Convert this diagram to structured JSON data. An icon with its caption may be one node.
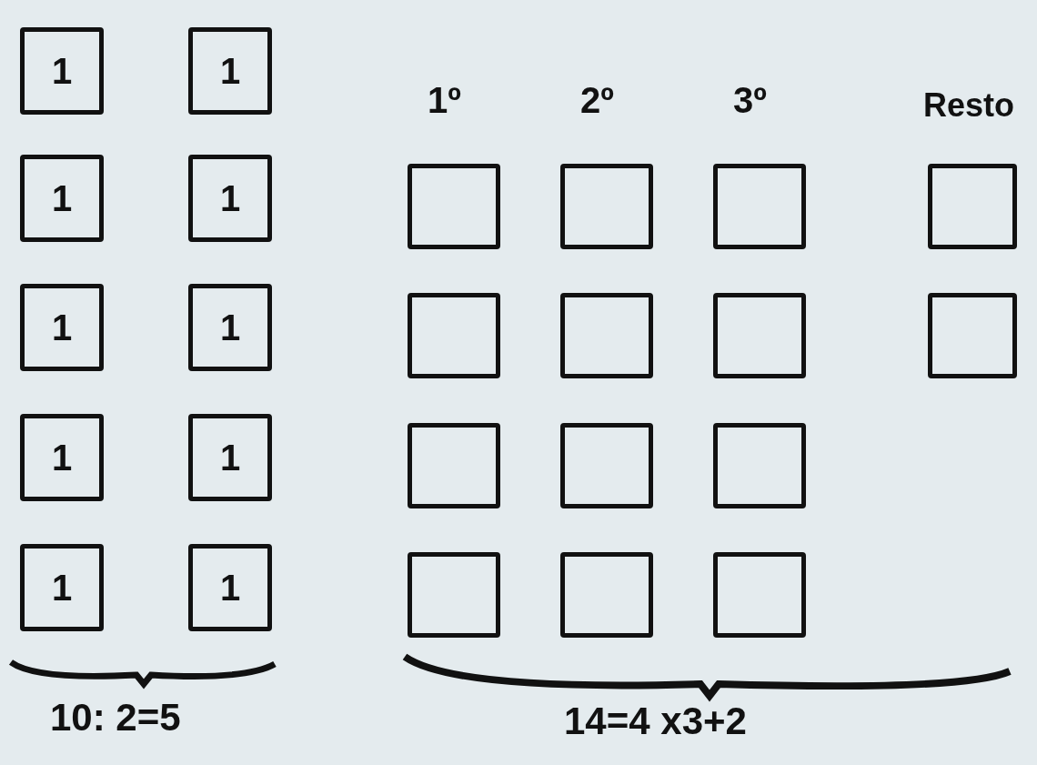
{
  "diagram": {
    "nodes": [
      {
        "text": [
          "1"
        ]
      },
      {
        "text": [
          "1"
        ]
      },
      {
        "text": [
          "1"
        ]
      },
      {
        "text": [
          "1"
        ]
      },
      {
        "text": [
          "1"
        ]
      },
      {
        "text": [
          "1"
        ]
      },
      {
        "text": [
          "1"
        ]
      },
      {
        "text": [
          "1"
        ]
      },
      {
        "text": [
          "1"
        ]
      },
      {
        "text": [
          "1"
        ]
      },
      {
        "text": [],
        "shape": "box"
      },
      {
        "text": [],
        "shape": "box"
      },
      {
        "text": [],
        "shape": "box"
      },
      {
        "text": [],
        "shape": "box"
      },
      {
        "text": [],
        "shape": "box"
      },
      {
        "text": [],
        "shape": "box"
      },
      {
        "text": [],
        "shape": "box"
      },
      {
        "text": [],
        "shape": "box"
      },
      {
        "text": [],
        "shape": "box"
      },
      {
        "text": [],
        "shape": "box"
      },
      {
        "text": [],
        "shape": "box"
      },
      {
        "text": [],
        "shape": "box"
      },
      {
        "text": [],
        "shape": "box"
      },
      {
        "text": [],
        "shape": "box"
      }
    ],
    "labels": [
      "1º",
      "2º",
      "3º",
      "Resto",
      "10: 2=5",
      "14=4 x3+2"
    ]
  }
}
